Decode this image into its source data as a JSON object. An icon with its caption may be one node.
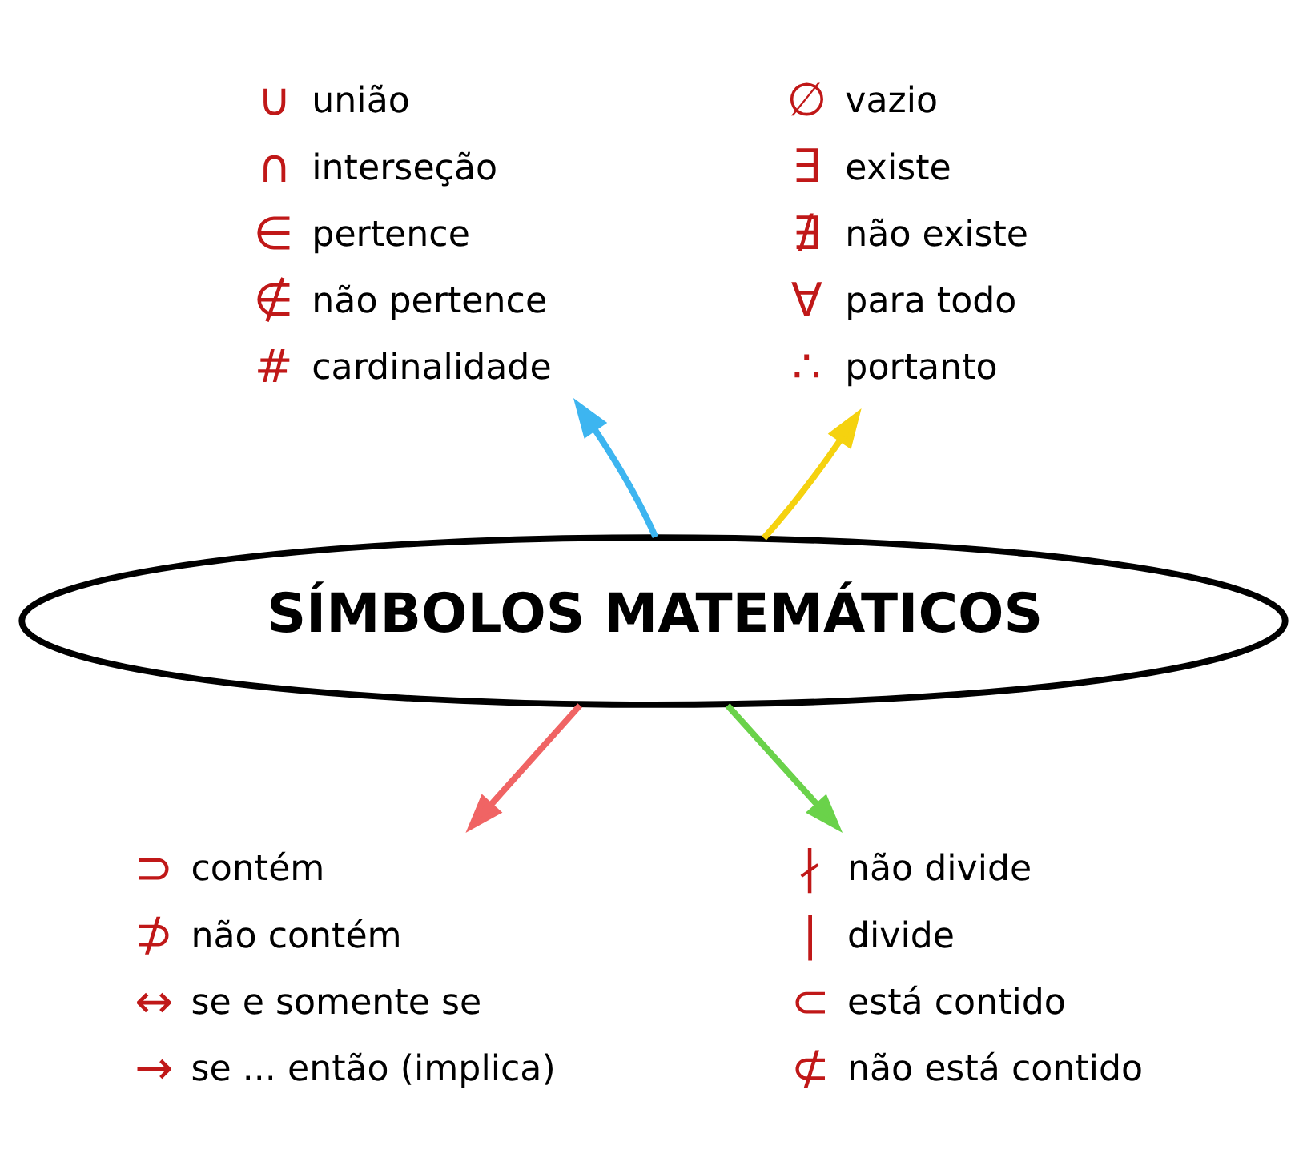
{
  "diagram": {
    "nodes": [
      {
        "text": [
          "SÍMBOLOS MATEMÁTICOS"
        ]
      },
      {
        "text": [
          "∪ união",
          "∩ interseção",
          "∈ pertence",
          "∉ não pertence",
          "# cardinalidade"
        ]
      },
      {
        "text": [
          "∅ vazio",
          "∃ existe",
          "∄ não existe",
          "∀ para todo",
          "∴ portanto"
        ]
      },
      {
        "text": [
          "⊃ contém",
          "⊅ não contém",
          "↔ se e somente se",
          "→ se ... então (implica)"
        ]
      },
      {
        "text": [
          "∤ não divide",
          "| divide",
          "⊂ está contido",
          "⊄ não está contido"
        ]
      }
    ],
    "edges": [
      {
        "from": 0,
        "to": 1,
        "arrow": "to",
        "color": "#3db5f0"
      },
      {
        "from": 0,
        "to": 2,
        "arrow": "to",
        "color": "#f5d20f"
      },
      {
        "from": 0,
        "to": 3,
        "arrow": "to",
        "color": "#f06464"
      },
      {
        "from": 0,
        "to": 4,
        "arrow": "to",
        "color": "#6ad24a"
      }
    ]
  }
}
